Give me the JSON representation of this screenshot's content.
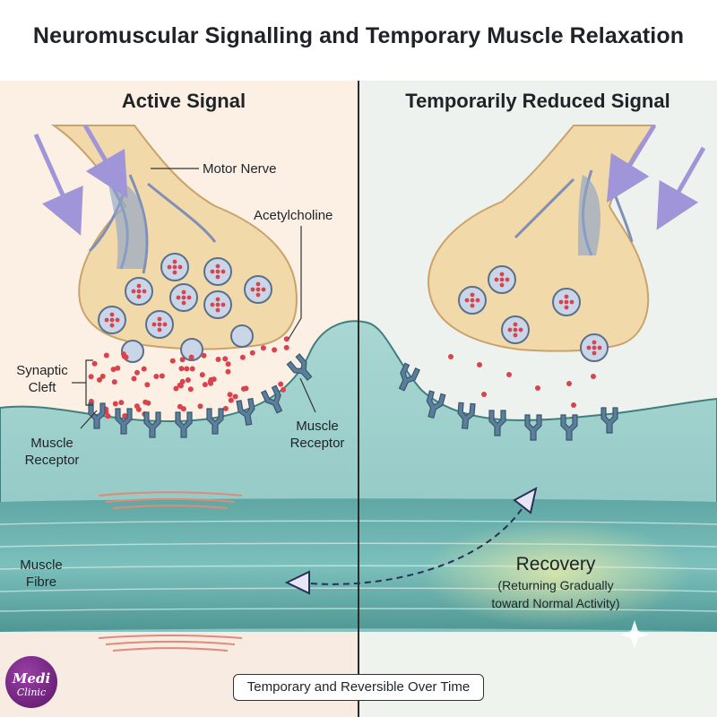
{
  "title": "Neuromuscular Signalling and Temporary Muscle Relaxation",
  "panels": {
    "left_title": "Active Signal",
    "right_title": "Temporarily Reduced Signal"
  },
  "labels": {
    "motor_nerve": "Motor Nerve",
    "acetylcholine": "Acetylcholine",
    "synaptic_cleft_line1": "Synaptic",
    "synaptic_cleft_line2": "Cleft",
    "muscle_receptor_left_line1": "Muscle",
    "muscle_receptor_left_line2": "Receptor",
    "muscle_receptor_right_line1": "Muscle",
    "muscle_receptor_right_line2": "Receptor",
    "muscle_fibre_line1": "Muscle",
    "muscle_fibre_line2": "Fibre"
  },
  "recovery": {
    "heading": "Recovery",
    "sub_line1": "(Returning Gradually",
    "sub_line2": "toward Normal Activity)"
  },
  "caption": "Temporary and Reversible Over Time",
  "logo": {
    "line1": "Medi",
    "line2": "Clinic"
  },
  "colors": {
    "background": "#fbf3ea",
    "nerve": "#f2d9aa",
    "nerve_outline": "#c9a36a",
    "vesicle": "#c9d6e8",
    "neurotransmitter": "#d8434d",
    "muscle": "#8fc8c4",
    "muscle_dark": "#4c9a98",
    "receptor": "#5b7e9a",
    "arrow": "#9f95d8",
    "logo": "#7a2a86"
  },
  "icons": [
    "nerve-flow-arrow",
    "vesicle",
    "receptor",
    "double-headed-arrow",
    "sparkle-icon"
  ]
}
